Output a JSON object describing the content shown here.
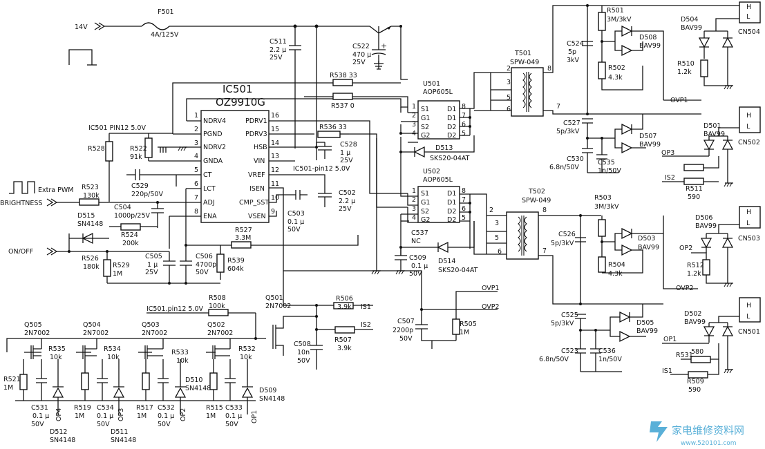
{
  "labels": {
    "in14v": "14V",
    "f501": "F501",
    "f501_val": "4A/125V",
    "ic501": "IC501",
    "oz": "OZ9910G",
    "pin_ndrv4": "NDRV4",
    "pin_pgnd": "PGND",
    "pin_ndrv2": "NDRV2",
    "pin_gnda": "GNDA",
    "pin_ct": "CT",
    "pin_lct": "LCT",
    "pin_adj": "ADJ",
    "pin_ena": "ENA",
    "pin_pdrv1": "PDRV1",
    "pin_pdrv3": "PDRV3",
    "pin_hsb": "HSB",
    "pin_vin": "VIN",
    "pin_vref": "VREF",
    "pin_isen": "ISEN",
    "pin_cmp": "CMP_SST",
    "pin_vsen": "VSEN",
    "n1": "1",
    "n2": "2",
    "n3": "3",
    "n4": "4",
    "n5": "5",
    "n6": "6",
    "n7": "7",
    "n8": "8",
    "n9": "9",
    "n10": "10",
    "n11": "11",
    "n12": "12",
    "n13": "13",
    "n14": "14",
    "n15": "15",
    "n16": "16",
    "ic_pin12_left": "IC501 PIN12 5.0V",
    "ic_pin12_mid": "IC501-pin12 5.0V",
    "ic_pin12_bot": "IC501.pin12 5.0V",
    "extra_pwm": "Extra PWM",
    "brightness": "BRIGHTNESS",
    "onoff": "ON/OFF",
    "r528": "R528",
    "r522": "R522",
    "r522v": "91k",
    "c529": "C529",
    "c529v": "220p/50V",
    "r523": "R523",
    "r523v": "130k",
    "c504": "C504",
    "c504v": "1000p/25V",
    "d515": "D515",
    "d515v": "SN4148",
    "r524": "R524",
    "r524v": "200k",
    "r526": "R526",
    "r526v": "180k",
    "r529": "R529",
    "r529v": "1M",
    "c505": "C505",
    "c505v1": "1 μ",
    "c505v2": "25V",
    "c506": "C506",
    "c506v1": "4700p",
    "c506v2": "50V",
    "r539": "R539",
    "r539v": "604k",
    "r527": "R527",
    "r527v": "3.3M",
    "c503": "C503",
    "c503v1": "0.1 μ",
    "c503v2": "50V",
    "c511": "C511",
    "c511v1": "2.2 μ",
    "c511v2": "25V",
    "c522": "C522",
    "c522v1": "470 μ",
    "c522v2": "25V",
    "r538": "R538 33",
    "r537": "R537 0",
    "r536": "R536 33",
    "c528": "C528",
    "c528v1": "1 μ",
    "c528v2": "25V",
    "c502": "C502",
    "c502v1": "2.2 μ",
    "c502v2": "25V",
    "u501": "U501",
    "u501v": "AOP605L",
    "u502": "U502",
    "u502v": "AOP605L",
    "s1": "S1",
    "g1": "G1",
    "s2": "S2",
    "g2": "G2",
    "d1": "D1",
    "d2": "D2",
    "d513": "D513",
    "d513v": "SKS20-04AT",
    "d514": "D514",
    "d514v": "SKS20-04AT",
    "c537": "C537",
    "c537v": "NC",
    "c509": "C509",
    "c509v1": "0.1 μ",
    "c509v2": "50V",
    "t501": "T501",
    "t501v": "SPW-049",
    "t502": "T502",
    "t502v": "SPW-049",
    "r501": "R501",
    "r501v": "3M/3kV",
    "c524": "C524",
    "c524v1": "5p",
    "c524v2": "3kV",
    "r502": "R502",
    "r502v": "4.3k",
    "d508": "D508",
    "d508v": "BAV99",
    "d504": "D504",
    "d504v": "BAV99",
    "r510": "R510",
    "r510v": "1.2k",
    "cn504": "CN504",
    "ovp1": "OVP1",
    "c527": "C527",
    "c527v": "5p/3kV",
    "d507": "D507",
    "d507v": "BAV99",
    "d501": "D501",
    "d501v": "BAV99",
    "cn502": "CN502",
    "c530": "C530",
    "c530v": "6.8n/50V",
    "c535": "C535",
    "c535v": "1n/50V",
    "op3": "OP3",
    "is2": "IS2",
    "r511": "R511",
    "r511v": "590",
    "r503": "R503",
    "r503v": "3M/3kV",
    "c526": "C526",
    "c526v": "5p/3kV",
    "d503": "D503",
    "d503v": "BAV99",
    "r504": "R504",
    "r504v": "4.3k",
    "d506": "D506",
    "d506v": "BAV99",
    "op2": "OP2",
    "r512": "R512",
    "r512v": "1.2k",
    "cn503": "CN503",
    "ovp2": "OVP2",
    "c525": "C525",
    "c525v": "5p/3kV",
    "d505": "D505",
    "d505v": "BAV99",
    "d502": "D502",
    "d502v": "BAV99",
    "cn501": "CN501",
    "c523": "C523",
    "c523v": "6.8n/50V",
    "c536": "C536",
    "c536v": "1n/50V",
    "op1": "OP1",
    "r531": "R531",
    "r531v": "580",
    "is1": "IS1",
    "r509": "R509",
    "r509v": "590",
    "r508": "R508",
    "r508v": "100k",
    "q501": "Q501",
    "q501v": "2N7002",
    "r506": "R506",
    "r506v": "3.9k",
    "r507": "R507",
    "r507v": "3.9k",
    "c508": "C508",
    "c508v1": "10n",
    "c508v2": "50V",
    "c507": "C507",
    "c507v1": "2200p",
    "c507v2": "50V",
    "r505": "R505",
    "r505v": "1M",
    "q505": "Q505",
    "q505v": "2N7002",
    "q504": "Q504",
    "q504v": "2N7002",
    "q503": "Q503",
    "q503v": "2N7002",
    "q502": "Q502",
    "q502v": "2N7002",
    "r535": "R535",
    "r535v": "10k",
    "r534": "R534",
    "r534v": "10k",
    "r533": "R533",
    "r533v": "10k",
    "r532": "R532",
    "r532v": "10k",
    "r521": "R521",
    "r521v": "1M",
    "r519": "R519",
    "r519v": "1M",
    "r517": "R517",
    "r517v": "1M",
    "r515": "R515",
    "r515v": "1M",
    "c531": "C531",
    "c531v1": "0.1 μ",
    "c531v2": "50V",
    "c534": "C534",
    "c534v1": "0.1 μ",
    "c534v2": "50V",
    "c532": "C532",
    "c532v1": "0.1 μ",
    "c532v2": "50V",
    "c533": "C533",
    "c533v1": "0.1 μ",
    "c533v2": "50V",
    "d512": "D512",
    "d512v": "SN4148",
    "d511": "D511",
    "d511v": "SN4148",
    "d510": "D510",
    "d510v": "SN4148",
    "d509": "D509",
    "d509v": "SN4148",
    "op4": "OP4",
    "h": "H",
    "l": "L",
    "wm_title": "家电维修资料网",
    "wm_url": "www.520101.com"
  }
}
